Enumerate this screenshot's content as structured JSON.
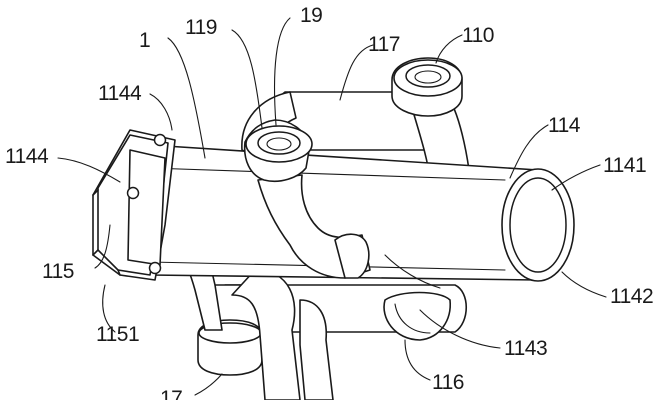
{
  "colors": {
    "line": "#1a1a1a",
    "background": "#ffffff"
  },
  "labels": {
    "l1": "1",
    "l119": "119",
    "l19": "19",
    "l117": "117",
    "l110": "110",
    "l1144_top": "1144",
    "l1144_left": "1144",
    "l114": "114",
    "l1141": "1141",
    "l115": "115",
    "l1151": "1151",
    "l1142": "1142",
    "l1143": "1143",
    "l116": "116",
    "l17": "17"
  }
}
